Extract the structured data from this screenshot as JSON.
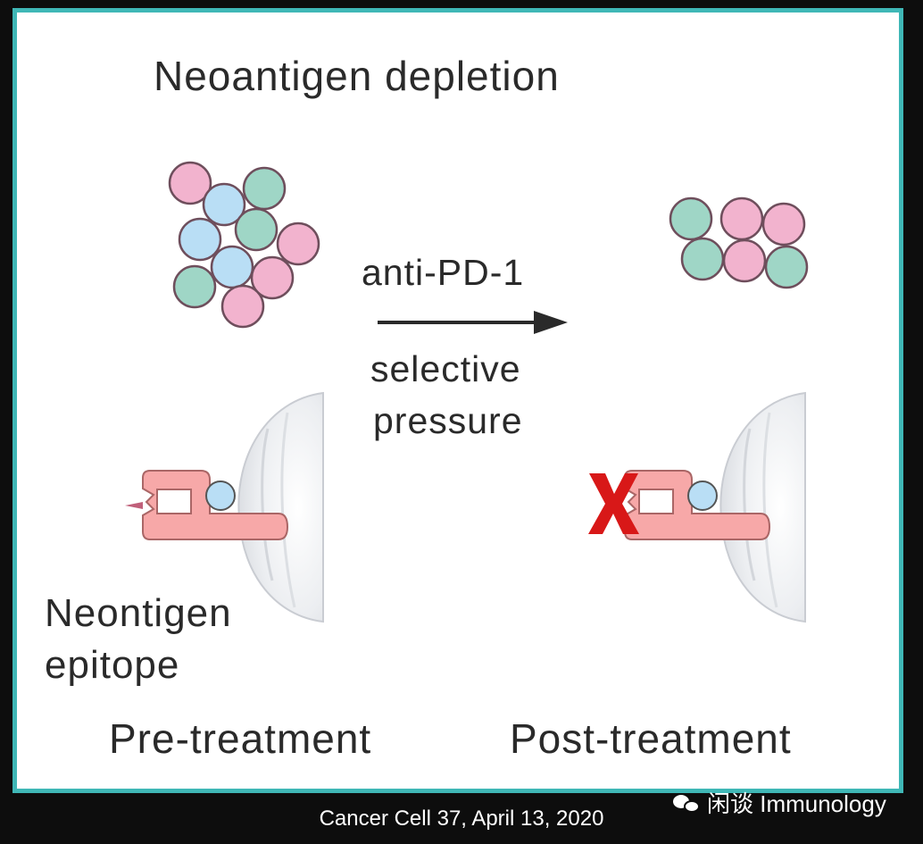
{
  "figure": {
    "title": "Neoantigen depletion",
    "drug_label": "anti-PD-1",
    "pressure_line1": "selective",
    "pressure_line2": "pressure",
    "epitope_line1": "Neontigen",
    "epitope_line2": "epitope",
    "pre_label": "Pre-treatment",
    "post_label": "Post-treatment"
  },
  "caption": "Cancer Cell 37, April 13, 2020",
  "watermark": "闲谈 Immunology",
  "colors": {
    "border": "#3fb7b6",
    "pink": "#f2b3ce",
    "teal": "#9fd6c6",
    "blue": "#b9def5",
    "receptor": "#f7a8a8",
    "cross": "#d81818"
  },
  "icons": [
    "wechat-icon"
  ]
}
